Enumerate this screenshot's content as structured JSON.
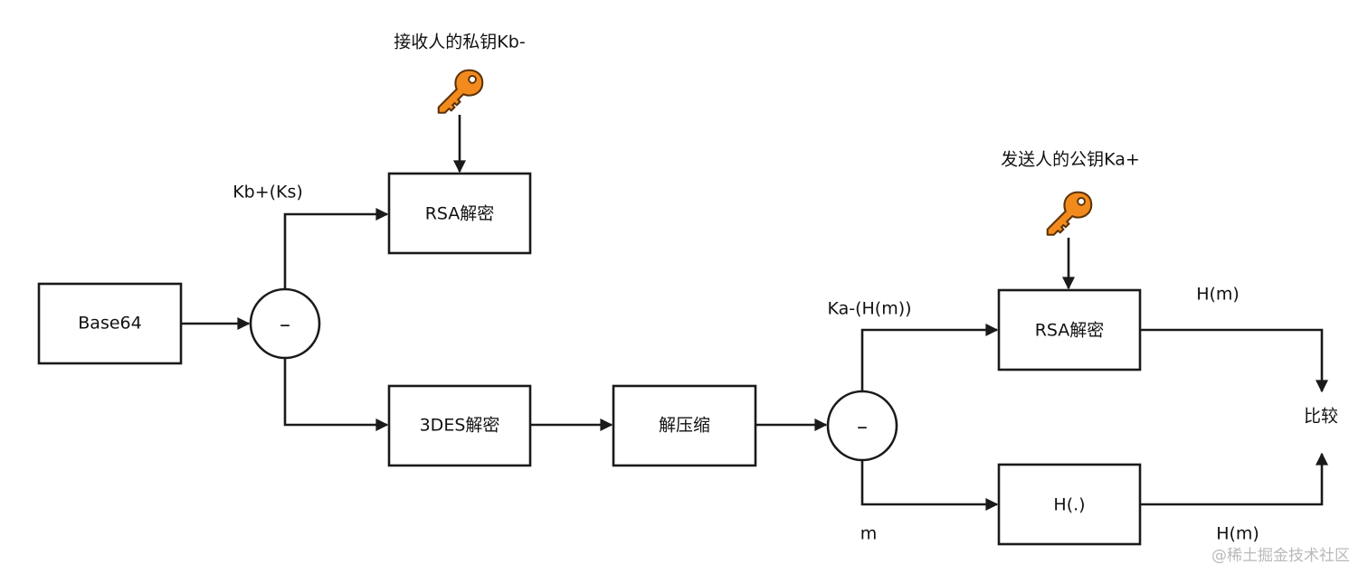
{
  "nodes": {
    "base64": "Base64",
    "rsa_decrypt_top": "RSA解密",
    "des_decrypt": "3DES解密",
    "decompress": "解压缩",
    "rsa_decrypt_right": "RSA解密",
    "hash_fn": "H(.)",
    "compare": "比较",
    "split_op_1": "–",
    "split_op_2": "–"
  },
  "labels": {
    "receiver_private_key": "接收人的私钥Kb-",
    "sender_public_key": "发送人的公钥Ka+",
    "encrypted_session_key": "Kb+(Ks)",
    "signed_digest": "Ka-(H(m))",
    "message": "m",
    "digest_top": "H(m)",
    "digest_bottom": "H(m)"
  },
  "icons": {
    "key_top": "key-icon",
    "key_right": "key-icon"
  },
  "colors": {
    "key_fill": "#F28A1E",
    "key_stroke": "#5a3207",
    "line": "#1a1a1a",
    "watermark": "#b9b9b9"
  },
  "watermark": "@稀土掘金技术社区"
}
